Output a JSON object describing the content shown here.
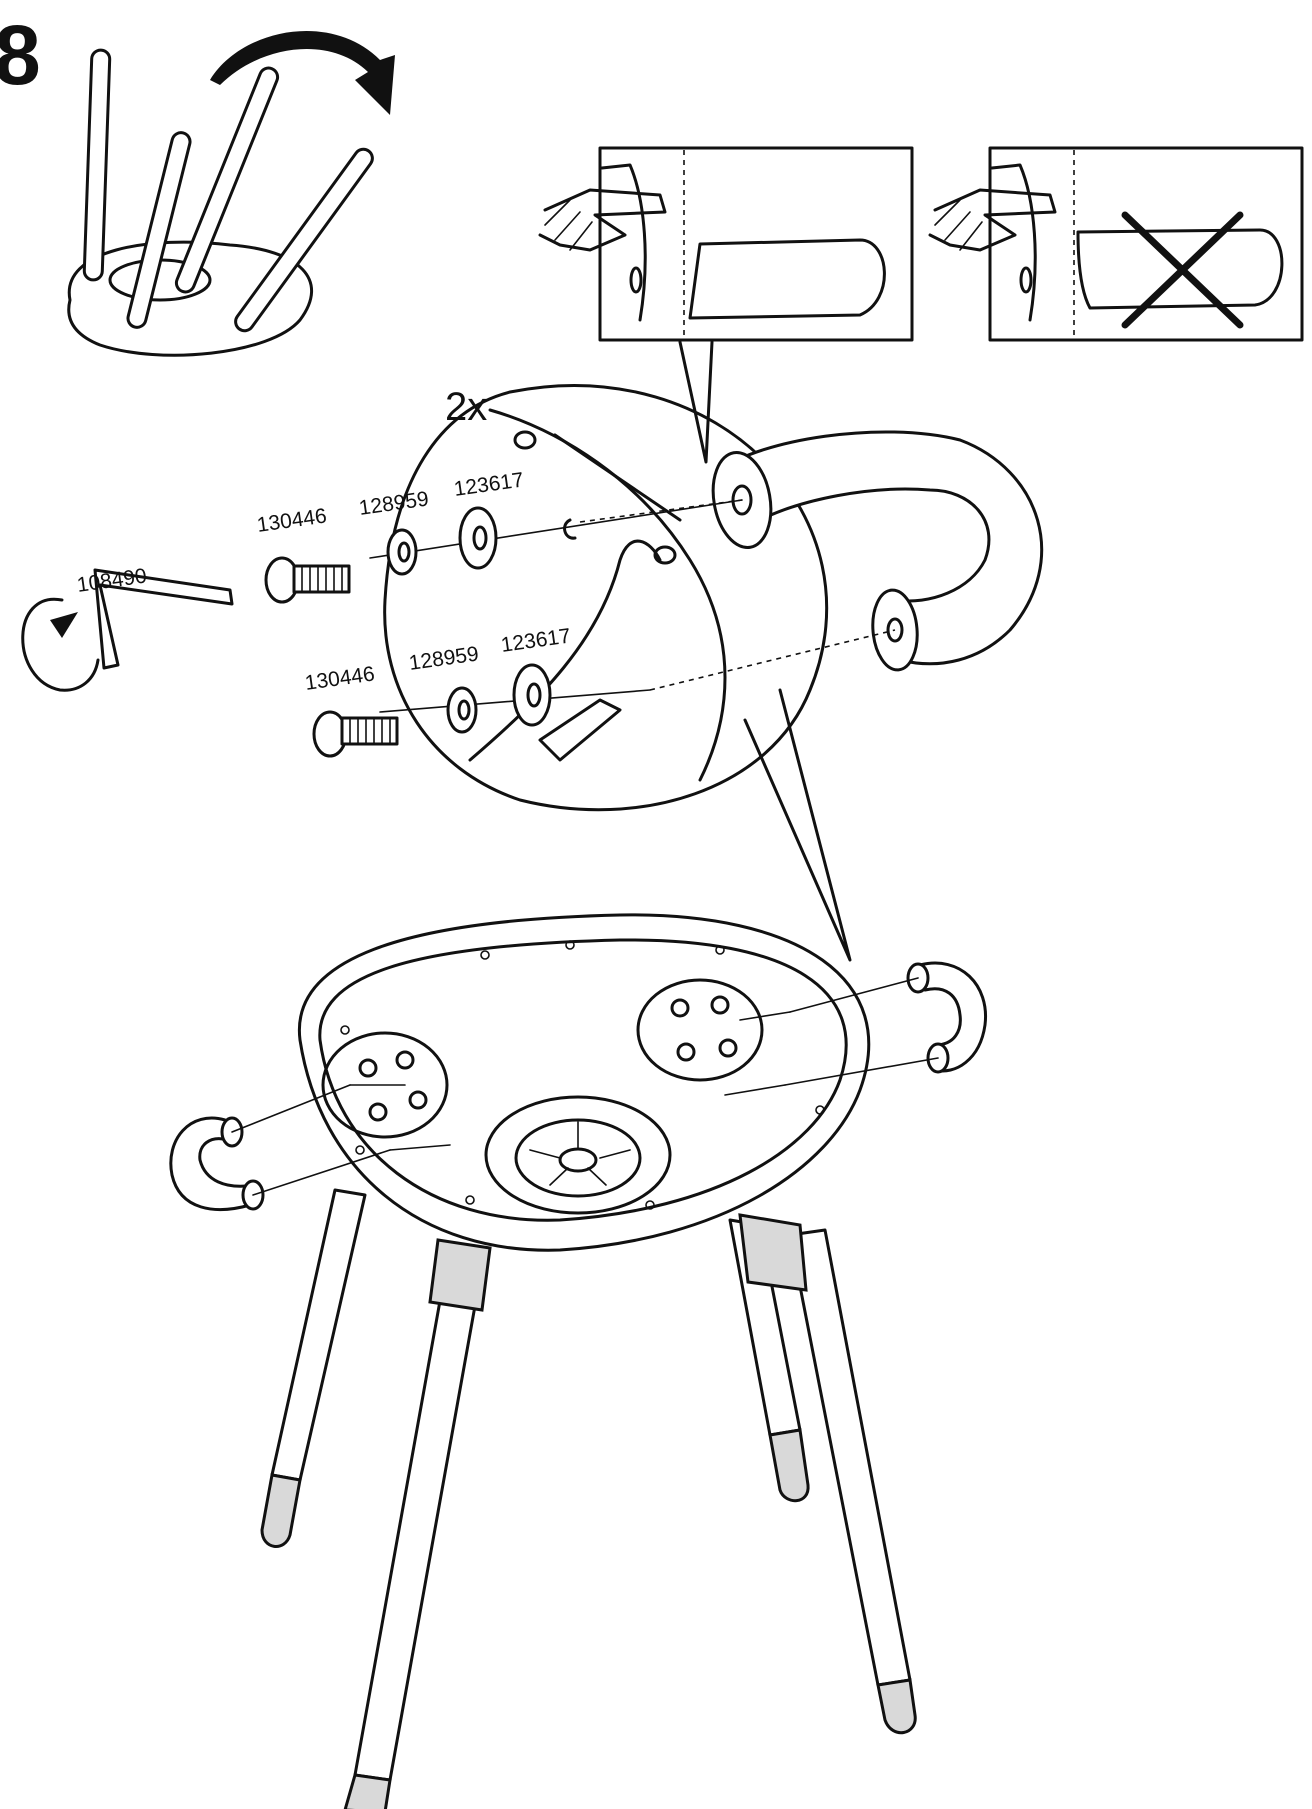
{
  "step": {
    "number": "8"
  },
  "detail": {
    "quantity": "2x",
    "parts": {
      "allen_key": "108490",
      "bolt_top": "130446",
      "spring_washer_top": "128959",
      "washer_top": "123617",
      "bolt_bottom": "130446",
      "spring_washer_bottom": "128959",
      "washer_bottom": "123617"
    }
  },
  "hint_panels": [
    {
      "state": "correct"
    },
    {
      "state": "incorrect"
    }
  ],
  "colors": {
    "line": "#111111",
    "background": "#ffffff",
    "leg_shade": "#d9d9d9"
  }
}
